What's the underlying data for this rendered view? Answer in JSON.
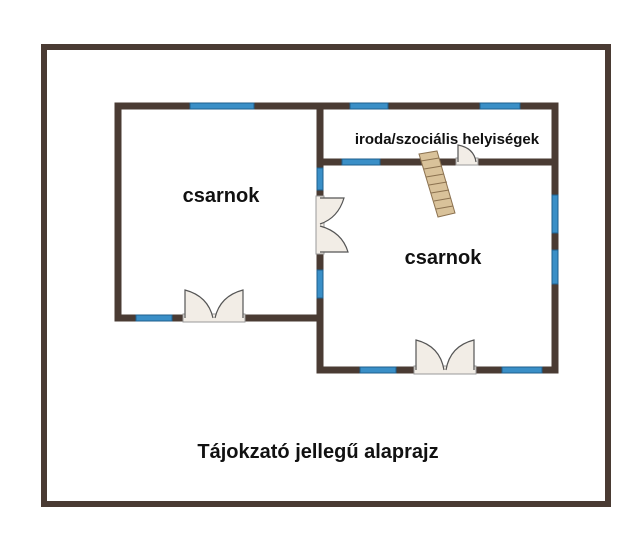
{
  "floorplan": {
    "rooms": [
      {
        "label": "csarnok"
      },
      {
        "label": "csarnok"
      },
      {
        "label": "iroda/szociális helyiségek"
      }
    ],
    "caption": "Tájokzató jellegű alaprajz"
  },
  "colors": {
    "wall": "#4a3b33",
    "window": "#3a8fc7",
    "door": "#f2ede6",
    "stair": "#d9c29a"
  }
}
